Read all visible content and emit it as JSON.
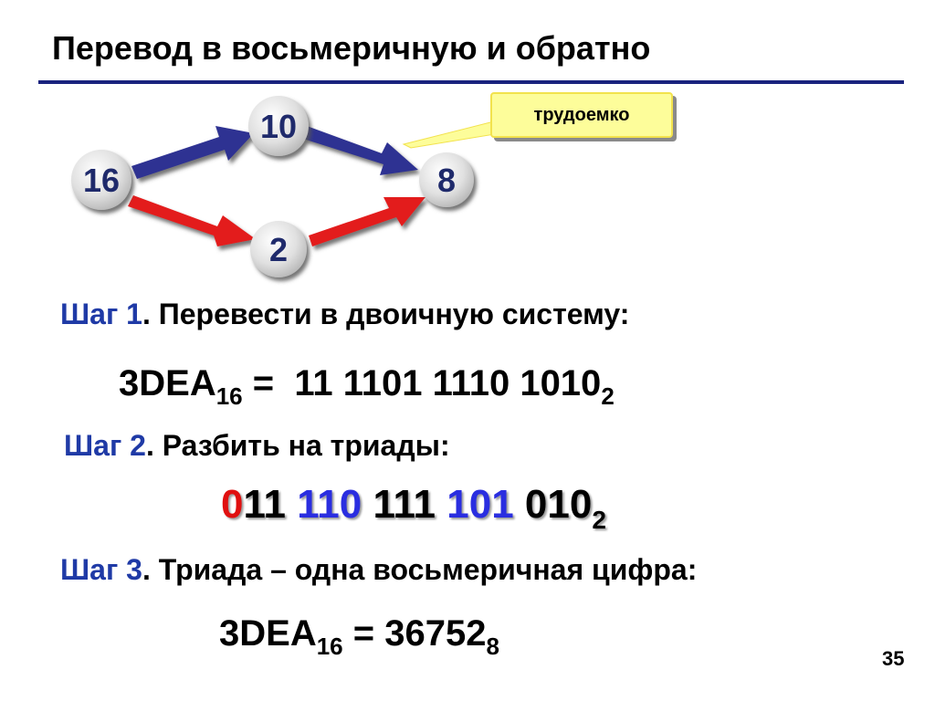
{
  "title": "Перевод в восьмеричную и обратно",
  "colors": {
    "accent": "#1a237e",
    "blue_arrow": "#2e3192",
    "red_arrow": "#e31b1b",
    "node_fill": "#d9d9d9",
    "callout_fill": "#fdfd9a"
  },
  "diagram": {
    "nodes": {
      "n16": "16",
      "n10": "10",
      "n8": "8",
      "n2": "2"
    },
    "callout": "трудоемко"
  },
  "step1": {
    "label": "Шаг 1",
    "text": ". Перевести в двоичную систему:"
  },
  "eq1": {
    "lhs": "3DEA",
    "lhs_base": "16",
    "eq": " = ",
    "rhs": "11 1101 1110 1010",
    "rhs_base": "2"
  },
  "step2": {
    "label": "Шаг 2",
    "text": ". Разбить на триады:"
  },
  "triads": {
    "pad": "0",
    "g1": "11",
    "g2": "110",
    "g3": "111",
    "g4": "101",
    "g5": "010",
    "base": "2"
  },
  "step3": {
    "label": "Шаг 3",
    "text": ". Триада – одна восьмеричная цифра:"
  },
  "eq2": {
    "lhs": "3DEA",
    "lhs_base": "16",
    "eq": " = ",
    "rhs": "36752",
    "rhs_base": "8"
  },
  "page_number": "35"
}
